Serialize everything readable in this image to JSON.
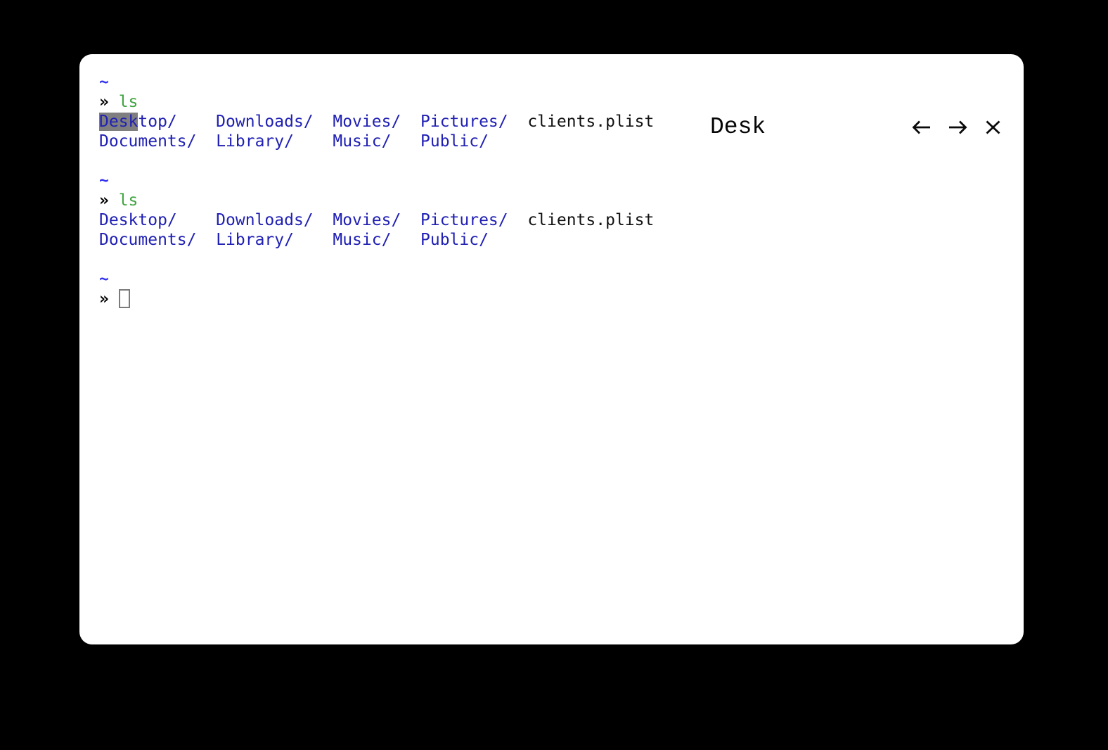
{
  "colors": {
    "page_background": "#000000",
    "window_background": "#ffffff",
    "directory_blue": "#2020b4",
    "prompt_tilde_blue": "#3333f0",
    "command_green": "#3fa33f",
    "text_black": "#111111",
    "selection_gray": "#7f7f7f",
    "cursor_gray": "#7b7b7b",
    "icon_black": "#0a0a0a"
  },
  "search": {
    "query": "Desk",
    "prev_icon": "left-arrow-icon",
    "next_icon": "right-arrow-icon",
    "close_icon": "close-icon"
  },
  "terminal": {
    "lines": [
      [
        {
          "t": "~",
          "s": "b"
        }
      ],
      [
        {
          "t": "» ",
          "s": "p"
        },
        {
          "t": "ls",
          "s": "g"
        }
      ],
      [
        {
          "t": "Desk",
          "s": "ds"
        },
        {
          "t": "top/",
          "s": "d"
        },
        {
          "t": "    ",
          "s": "f"
        },
        {
          "t": "Downloads/",
          "s": "d"
        },
        {
          "t": "  ",
          "s": "f"
        },
        {
          "t": "Movies/",
          "s": "d"
        },
        {
          "t": "  ",
          "s": "f"
        },
        {
          "t": "Pictures/",
          "s": "d"
        },
        {
          "t": "  ",
          "s": "f"
        },
        {
          "t": "clients.plist",
          "s": "f"
        }
      ],
      [
        {
          "t": "Documents/",
          "s": "d"
        },
        {
          "t": "  ",
          "s": "f"
        },
        {
          "t": "Library/",
          "s": "d"
        },
        {
          "t": "    ",
          "s": "f"
        },
        {
          "t": "Music/",
          "s": "d"
        },
        {
          "t": "   ",
          "s": "f"
        },
        {
          "t": "Public/",
          "s": "d"
        }
      ],
      [],
      [
        {
          "t": "~",
          "s": "b"
        }
      ],
      [
        {
          "t": "» ",
          "s": "p"
        },
        {
          "t": "ls",
          "s": "g"
        }
      ],
      [
        {
          "t": "Desktop/",
          "s": "d"
        },
        {
          "t": "    ",
          "s": "f"
        },
        {
          "t": "Downloads/",
          "s": "d"
        },
        {
          "t": "  ",
          "s": "f"
        },
        {
          "t": "Movies/",
          "s": "d"
        },
        {
          "t": "  ",
          "s": "f"
        },
        {
          "t": "Pictures/",
          "s": "d"
        },
        {
          "t": "  ",
          "s": "f"
        },
        {
          "t": "clients.plist",
          "s": "f"
        }
      ],
      [
        {
          "t": "Documents/",
          "s": "d"
        },
        {
          "t": "  ",
          "s": "f"
        },
        {
          "t": "Library/",
          "s": "d"
        },
        {
          "t": "    ",
          "s": "f"
        },
        {
          "t": "Music/",
          "s": "d"
        },
        {
          "t": "   ",
          "s": "f"
        },
        {
          "t": "Public/",
          "s": "d"
        }
      ],
      [],
      [
        {
          "t": "~",
          "s": "b"
        }
      ],
      [
        {
          "t": "» ",
          "s": "p"
        },
        {
          "cursor": true
        }
      ]
    ]
  }
}
